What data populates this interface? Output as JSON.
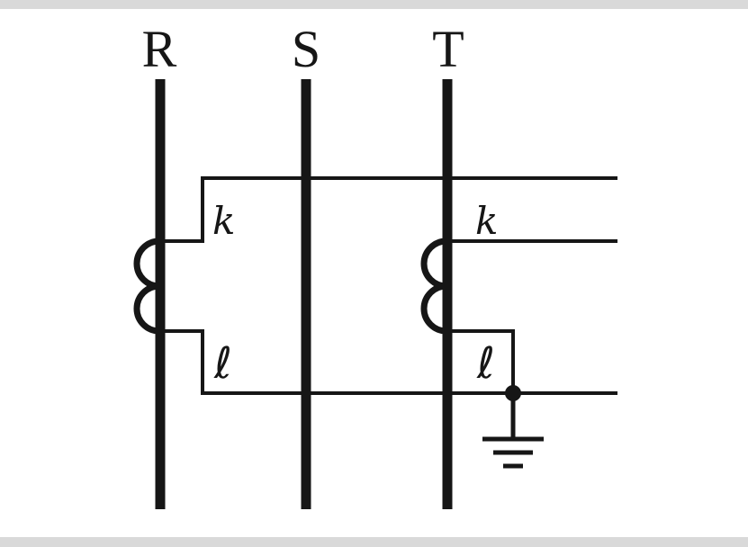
{
  "labels": {
    "phase_r": "R",
    "phase_s": "S",
    "phase_t": "T",
    "ct_r_k": "k",
    "ct_r_l": "ℓ",
    "ct_t_k": "k",
    "ct_t_l": "ℓ"
  },
  "colors": {
    "ink": "#161616",
    "background": "#ffffff",
    "edge_strip": "#d9d9d9"
  }
}
